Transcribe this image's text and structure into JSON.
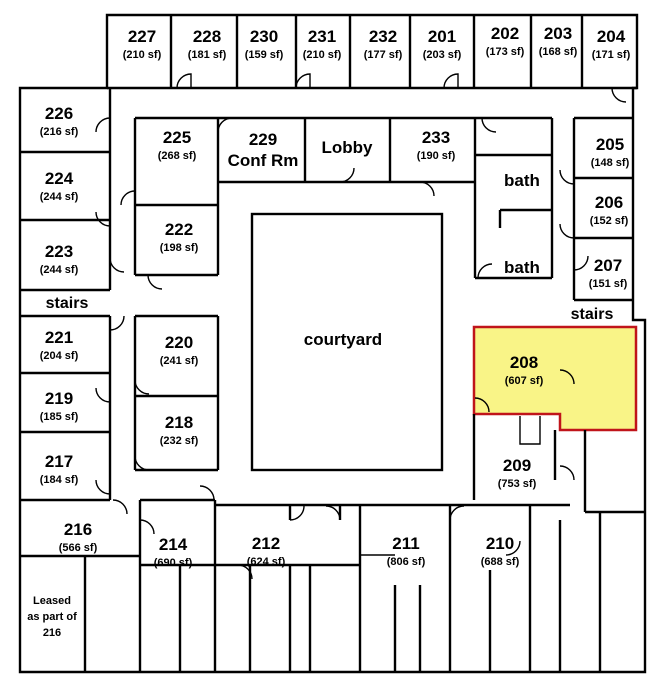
{
  "colors": {
    "highlight": "#f9f487",
    "highlight_border": "#c0141a",
    "wall": "#000000",
    "background": "#ffffff"
  },
  "rooms": [
    {
      "number": "227",
      "area": "(210 sf)"
    },
    {
      "number": "228",
      "area": "(181 sf)"
    },
    {
      "number": "230",
      "area": "(159 sf)"
    },
    {
      "number": "231",
      "area": "(210 sf)"
    },
    {
      "number": "232",
      "area": "(177 sf)"
    },
    {
      "number": "201",
      "area": "(203 sf)"
    },
    {
      "number": "202",
      "area": "(173 sf)"
    },
    {
      "number": "203",
      "area": "(168 sf)"
    },
    {
      "number": "204",
      "area": "(171 sf)"
    },
    {
      "number": "226",
      "area": "(216 sf)"
    },
    {
      "number": "225",
      "area": "(268 sf)"
    },
    {
      "number": "229",
      "area": "Conf Rm"
    },
    {
      "number": "Lobby",
      "area": ""
    },
    {
      "number": "233",
      "area": "(190 sf)"
    },
    {
      "number": "205",
      "area": "(148 sf)"
    },
    {
      "number": "224",
      "area": "(244 sf)"
    },
    {
      "number": "206",
      "area": "(152 sf)"
    },
    {
      "number": "222",
      "area": "(198 sf)"
    },
    {
      "number": "223",
      "area": "(244 sf)"
    },
    {
      "number": "207",
      "area": "(151 sf)"
    },
    {
      "number": "221",
      "area": "(204 sf)"
    },
    {
      "number": "220",
      "area": "(241 sf)"
    },
    {
      "number": "208",
      "area": "(607 sf)"
    },
    {
      "number": "219",
      "area": "(185 sf)"
    },
    {
      "number": "218",
      "area": "(232 sf)"
    },
    {
      "number": "217",
      "area": "(184 sf)"
    },
    {
      "number": "209",
      "area": "(753 sf)"
    },
    {
      "number": "216",
      "area": "(566 sf)"
    },
    {
      "number": "214",
      "area": "(690 sf)"
    },
    {
      "number": "212",
      "area": "(624 sf)"
    },
    {
      "number": "211",
      "area": "(806 sf)"
    },
    {
      "number": "210",
      "area": "(688 sf)"
    }
  ],
  "labels": {
    "bath_upper": "bath",
    "bath_lower": "bath",
    "stairs_left": "stairs",
    "stairs_right": "stairs",
    "courtyard": "courtyard",
    "leased_note": [
      "Leased",
      "as part of",
      "216"
    ]
  }
}
